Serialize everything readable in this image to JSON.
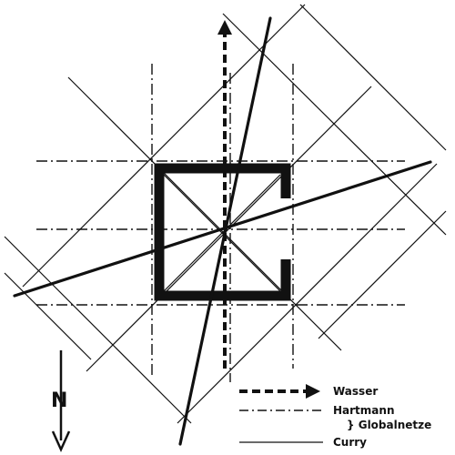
{
  "diagram": {
    "north_label": "N",
    "legend": {
      "water_label": "Wasser",
      "hartmann_label": "Hartmann",
      "globalnetze_label": "} Globalnetze",
      "curry_label": "Curry"
    },
    "colors": {
      "ink": "#111111",
      "background": "#ffffff"
    }
  }
}
